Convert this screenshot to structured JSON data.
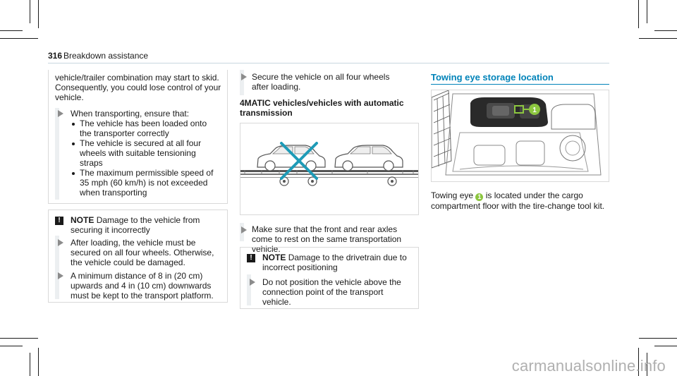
{
  "header": {
    "page_number": "316",
    "section": "Breakdown assistance"
  },
  "col1": {
    "intro": "vehicle/trailer combination may start to skid. Consequently, you could lose control of your vehicle.",
    "when_transporting": "When transporting, ensure that:",
    "bullets": [
      "The vehicle has been loaded onto the transporter correctly",
      "The vehicle is secured at all four wheels with suitable tensioning straps",
      "The maximum permissible speed of 35 mph (60 km/h) is not exceeded when transporting"
    ],
    "note_label": "NOTE",
    "note_text": "Damage to the vehicle from securing it incorrectly",
    "steps": [
      "After loading, the vehicle must be secured on all four wheels. Otherwise, the vehicle could be damaged.",
      "A minimum distance of 8 in (20 cm) upwards and 4 in (10 cm) downwards must be kept to the transport platform."
    ]
  },
  "col2": {
    "secure_step": "Secure the vehicle on all four wheels after loading.",
    "heading": "4MATIC vehicles/vehicles with automatic transmission",
    "make_sure_step": "Make sure that the front and rear axles come to rest on the same transportation vehicle.",
    "note_label": "NOTE",
    "note_text": "Damage to the drivetrain due to incorrect positioning",
    "note_step": "Do not position the vehicle above the connection point of the transport vehicle."
  },
  "col3": {
    "title": "Towing eye storage location",
    "callout": "1",
    "text_before": "Towing eye",
    "text_after": "is located under the cargo compartment floor with the tire-change tool kit."
  },
  "watermark": "carmanualsonline.info",
  "colors": {
    "accent": "#0083b9",
    "callout": "#8cc63f",
    "x_mark": "#1e9bb7"
  }
}
